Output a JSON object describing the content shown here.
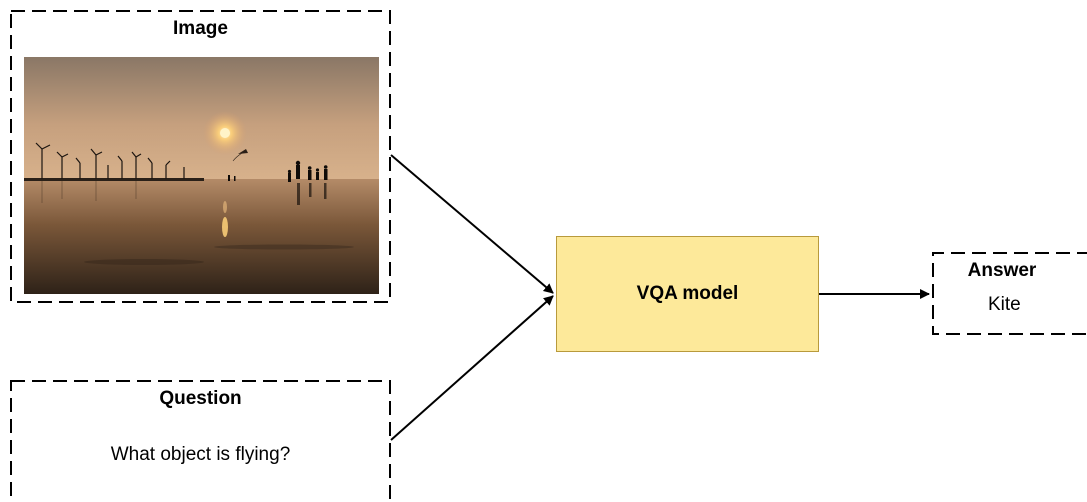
{
  "image_box": {
    "title": "Image"
  },
  "question_box": {
    "title": "Question",
    "text": "What object is flying?"
  },
  "model": {
    "label": "VQA model",
    "fill_color": "#fde99a",
    "border_color": "#b89a3c"
  },
  "answer_box": {
    "title": "Answer",
    "text": "Kite"
  }
}
